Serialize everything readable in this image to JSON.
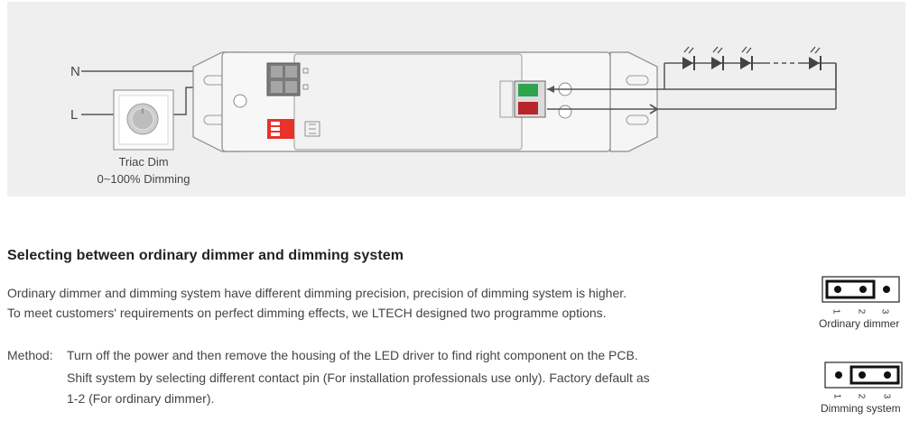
{
  "diagram": {
    "label_n": "N",
    "label_l": "L",
    "dimmer_name": "Triac Dim",
    "dimmer_range": "0~100% Dimming"
  },
  "section": {
    "title": "Selecting between ordinary dimmer and dimming system",
    "paragraph_lines": [
      "Ordinary dimmer and dimming system have different dimming precision, precision of dimming system is higher.",
      "To meet customers' requirements on perfect dimming effects, we LTECH designed two programme options."
    ],
    "method_label": "Method:",
    "method_lines": [
      "Turn off the power and then remove the housing of the LED driver to find right component on the PCB.",
      "Shift system by selecting different contact pin (For installation professionals use only). Factory default as",
      "1-2 (For ordinary dimmer)."
    ]
  },
  "jumpers": [
    {
      "caption": "Ordinary dimmer",
      "pins": [
        "1",
        "2",
        "3"
      ],
      "bridged": "1-2"
    },
    {
      "caption": "Dimming system",
      "pins": [
        "1",
        "2",
        "3"
      ],
      "bridged": "2-3"
    }
  ],
  "colors": {
    "background_panel": "#efefef",
    "output_positive": "#2ea44f",
    "output_negative": "#b8252b",
    "dip_switch": "#e8322b",
    "wire": "#555555"
  }
}
